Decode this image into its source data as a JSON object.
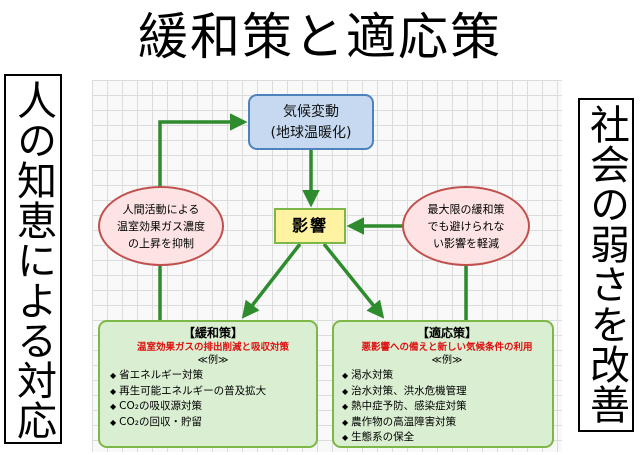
{
  "title": "緩和策と適応策",
  "left_caption": "人の知恵による対応",
  "right_caption": "社会の弱さを改善",
  "diagram": {
    "climate_node": {
      "line1": "気候変動",
      "line2": "(地球温暖化)"
    },
    "impact_node": "影響",
    "left_ellipse": {
      "line1": "人間活動による",
      "line2": "温室効果ガス濃度",
      "line3": "の上昇を抑制"
    },
    "right_ellipse": {
      "line1": "最大限の緩和策",
      "line2": "でも避けられな",
      "line3": "い影響を軽減"
    },
    "mitigation": {
      "heading": "【緩和策】",
      "subtitle": "温室効果ガスの排出削減と吸収対策",
      "example_label": "≪例≫",
      "items": [
        "省エネルギー対策",
        "再生可能エネルギーの普及拡大",
        "CO₂の吸収源対策",
        "CO₂の回収・貯留"
      ]
    },
    "adaptation": {
      "heading": "【適応策】",
      "subtitle": "悪影響への備えと新しい気候条件の利用",
      "example_label": "≪例≫",
      "items": [
        "渇水対策",
        "治水対策、洪水危機管理",
        "熱中症予防、感染症対策",
        "農作物の高温障害対策",
        "生態系の保全"
      ]
    },
    "colors": {
      "arrow_green": "#2e8b2e",
      "climate_fill": "#c6d9f0",
      "climate_border": "#4f81bd",
      "impact_fill": "#fff2a0",
      "ellipse_fill": "#fde3e3",
      "ellipse_border": "#c0504d",
      "box_fill": "#daeed2",
      "box_border": "#7bb848",
      "subtitle_red": "#dd1111"
    }
  }
}
